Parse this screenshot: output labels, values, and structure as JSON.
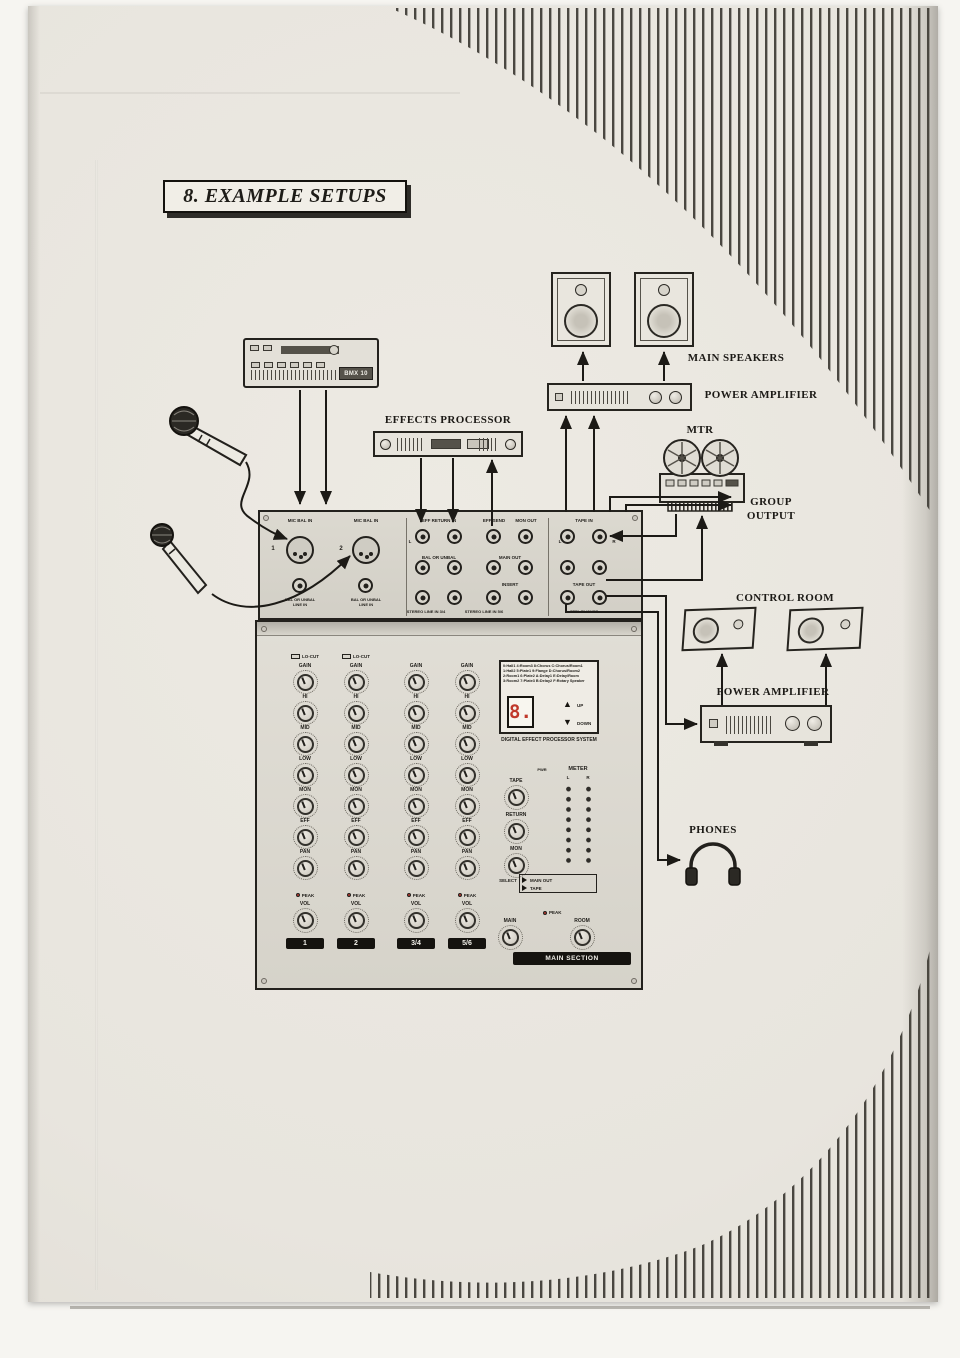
{
  "title": "8. EXAMPLE SETUPS",
  "devices": {
    "cassette_model": "BMX 10",
    "effects_processor": "EFFECTS PROCESSOR",
    "main_speakers": "MAIN SPEAKERS",
    "power_amplifier_top": "POWER AMPLIFIER",
    "mtr": "MTR",
    "group_output": "GROUP\nOUTPUT",
    "control_room": "CONTROL ROOM",
    "power_amplifier_bottom": "POWER AMPLIFIER",
    "phones": "PHONES"
  },
  "mixer": {
    "rear": {
      "mic_bal_in": "MIC BAL IN",
      "ch1": "1",
      "ch2": "2",
      "input_note": "BAL OR UNBAL\nLINE IN",
      "eff_return_in": "EFF RETURN IN",
      "eff_send": "EFF SEND",
      "mon_out": "MON OUT",
      "tape_in": "TAPE IN",
      "bal_or_unbal": "BAL OR UNBAL",
      "main_out": "MAIN OUT",
      "insert": "INSERT",
      "tape_out": "TAPE OUT",
      "stereo_34": "STEREO LINE IN 3/4",
      "stereo_56": "STEREO LINE IN 5/6",
      "ctrl_phones": "CTRL/PHONES",
      "l": "L",
      "r": "R"
    },
    "channels": [
      {
        "num": "1",
        "locut": "LO-CUT",
        "knobs": [
          "GAIN",
          "HI",
          "MID",
          "LOW",
          "MON",
          "EFF",
          "PAN"
        ],
        "peak": "PEAK",
        "vol": "VOL"
      },
      {
        "num": "2",
        "locut": "LO-CUT",
        "knobs": [
          "GAIN",
          "HI",
          "MID",
          "LOW",
          "MON",
          "EFF",
          "PAN"
        ],
        "peak": "PEAK",
        "vol": "VOL"
      },
      {
        "num": "3/4",
        "locut": "",
        "knobs": [
          "GAIN",
          "HI",
          "MID",
          "LOW",
          "MON",
          "EFF",
          "PAN"
        ],
        "peak": "PEAK",
        "vol": "VOL"
      },
      {
        "num": "5/6",
        "locut": "",
        "knobs": [
          "GAIN",
          "HI",
          "MID",
          "LOW",
          "MON",
          "EFF",
          "PAN"
        ],
        "peak": "PEAK",
        "vol": "VOL"
      }
    ],
    "main_section": {
      "effect_rows": [
        "0:Hall1 4:Room3 8:Chorus C:Chorus/Room1",
        "1:Hall2 5:Plate1 9:Flange D:Chorus/Room2",
        "2:Room1 6:Plate2 A:Delay1 E:Delay/Room",
        "3:Room2 7:Plate3 B:Delay2 F:Rotary Speaker"
      ],
      "display": "8.",
      "up": "UP",
      "down": "DOWN",
      "system_label": "DIGITAL EFFECT PROCESSOR SYSTEM",
      "tape": "TAPE",
      "return": "RETURN",
      "mon": "MON",
      "meter": "METER",
      "meter_l": "L",
      "meter_r": "R",
      "pwr": "PWR",
      "select": "SELECT",
      "select_main_out": "MAIN OUT",
      "select_tape": "TAPE",
      "main": "MAIN",
      "room": "ROOM",
      "peak": "PEAK",
      "section": "MAIN SECTION"
    }
  }
}
